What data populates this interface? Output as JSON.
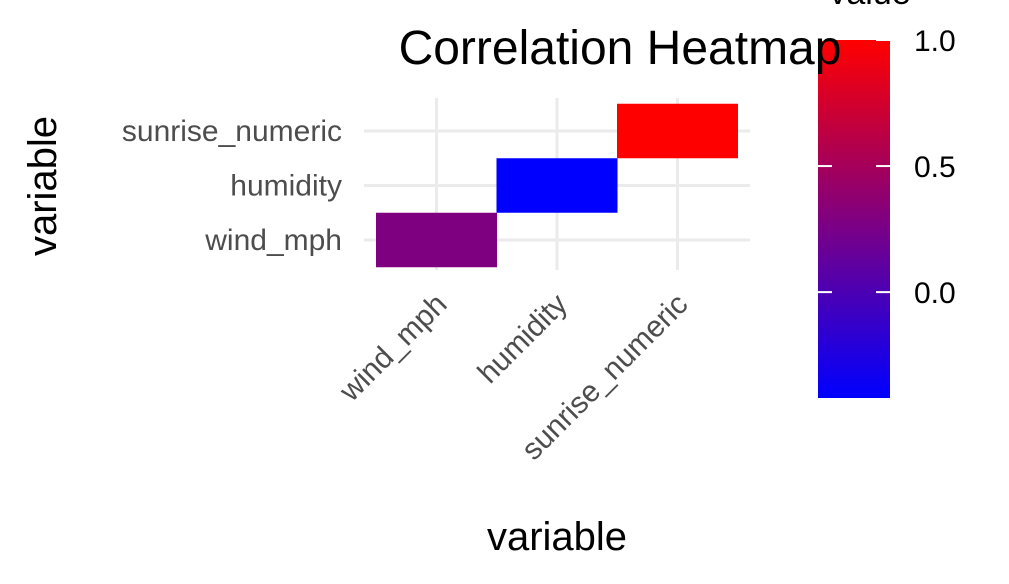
{
  "chart_data": {
    "type": "heatmap",
    "title": "Correlation Heatmap",
    "xlabel": "variable",
    "ylabel": "variable",
    "x_categories": [
      "wind_mph",
      "humidity",
      "sunrise_numeric"
    ],
    "y_categories": [
      "wind_mph",
      "humidity",
      "sunrise_numeric"
    ],
    "cells": [
      {
        "x": "wind_mph",
        "y": "wind_mph",
        "value": 0.28
      },
      {
        "x": "humidity",
        "y": "humidity",
        "value": -0.42
      },
      {
        "x": "sunrise_numeric",
        "y": "sunrise_numeric",
        "value": 1.0
      }
    ],
    "grid": true,
    "legend": {
      "title": "value",
      "position": "right",
      "ticks": [
        0.0,
        0.5,
        1.0
      ],
      "tick_labels": [
        "0.0",
        "0.5",
        "1.0"
      ],
      "range": [
        -0.42,
        1.0
      ],
      "low_color": "#0000ff",
      "high_color": "#ff0000"
    },
    "colors": {
      "grid": "#ebebeb",
      "tick_text": "#4d4d4d",
      "title_text": "#000000"
    }
  }
}
